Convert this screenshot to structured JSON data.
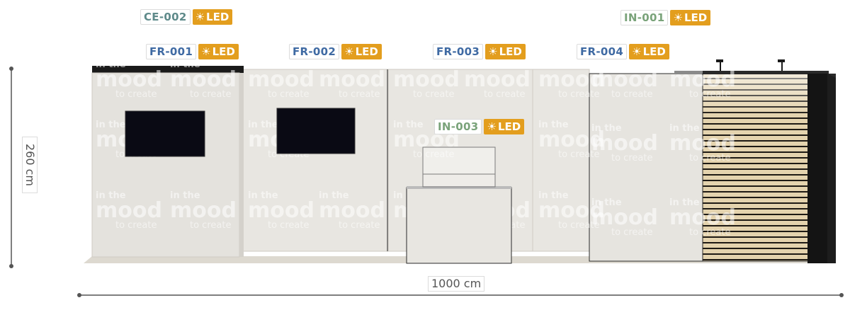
{
  "dimensions": {
    "width_label": "1000 cm",
    "height_label": "260 cm"
  },
  "tags": [
    {
      "id": "ce-002",
      "code": "CE-002",
      "led": "LED",
      "color": "#5e8a8a"
    },
    {
      "id": "in-001",
      "code": "IN-001",
      "led": "LED",
      "color": "#7aa37a"
    },
    {
      "id": "fr-001",
      "code": "FR-001",
      "led": "LED",
      "color": "#3f6aa3"
    },
    {
      "id": "fr-002",
      "code": "FR-002",
      "led": "LED",
      "color": "#3f6aa3"
    },
    {
      "id": "fr-003",
      "code": "FR-003",
      "led": "LED",
      "color": "#3f6aa3"
    },
    {
      "id": "fr-004",
      "code": "FR-004",
      "led": "LED",
      "color": "#3f6aa3"
    },
    {
      "id": "in-003",
      "code": "IN-003",
      "led": "LED",
      "color": "#7aa37a"
    }
  ],
  "watermark": {
    "line1": "in the",
    "line2": "mood",
    "line3": "to create"
  },
  "colors": {
    "led_badge": "#e39e1e",
    "panel": "#e6e4df",
    "screen": "#0a0a14",
    "slat_wood": "#e2cfa8",
    "dark_cabinet": "#1a1a1a",
    "floor": "#dedad2",
    "dimension_line": "#555555"
  },
  "icons": {
    "led": "sun-icon"
  }
}
